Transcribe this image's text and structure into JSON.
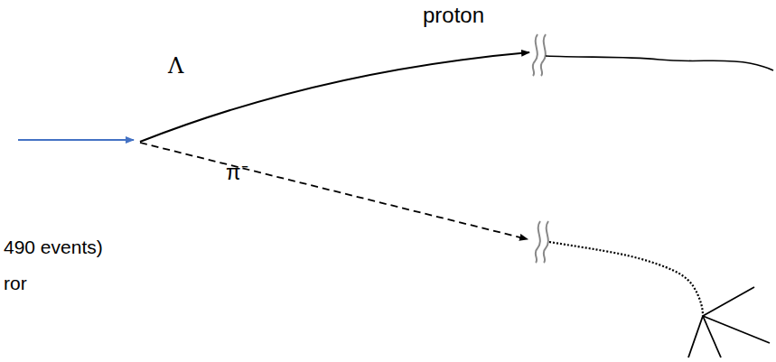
{
  "diagram": {
    "labels": [
      "Λ",
      "proton",
      "π⁻",
      "490 events)",
      "ror"
    ]
  }
}
